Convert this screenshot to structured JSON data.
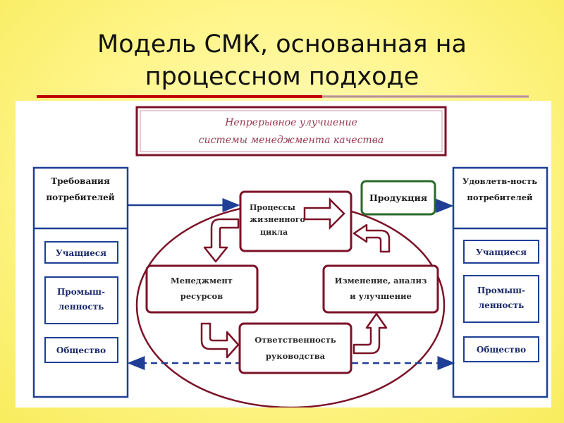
{
  "slide": {
    "title": "Модель СМК, основанная на процессном подходе"
  },
  "diagram": {
    "top_box": {
      "line1": "Непрерывное улучшение",
      "line2": "системы менеджмента качества"
    },
    "left_panel": {
      "header_line1": "Требования",
      "header_line2": "потребителей",
      "items": [
        "Учащиеся",
        "Промыш-",
        "ленность",
        "Общество"
      ]
    },
    "right_panel": {
      "header_line1": "Удовлетв-ность",
      "header_line2": "потребителей",
      "items": [
        "Учащиеся",
        "Промыш-",
        "ленность",
        "Общество"
      ]
    },
    "product_box": "Продукция",
    "processes": {
      "lifecycle_line1": "Процессы",
      "lifecycle_line2": "жизненного",
      "lifecycle_line3": "цикла",
      "resources_line1": "Менеджмент",
      "resources_line2": "ресурсов",
      "analysis_line1": "Изменение, анализ",
      "analysis_line2": "и улучшение",
      "leadership_line1": "Ответственность",
      "leadership_line2": "руководства"
    },
    "colors": {
      "blue": "#1f3f96",
      "maroon": "#7b1228",
      "green": "#2a6a2a",
      "arrow_fill": "#ffffff"
    }
  }
}
